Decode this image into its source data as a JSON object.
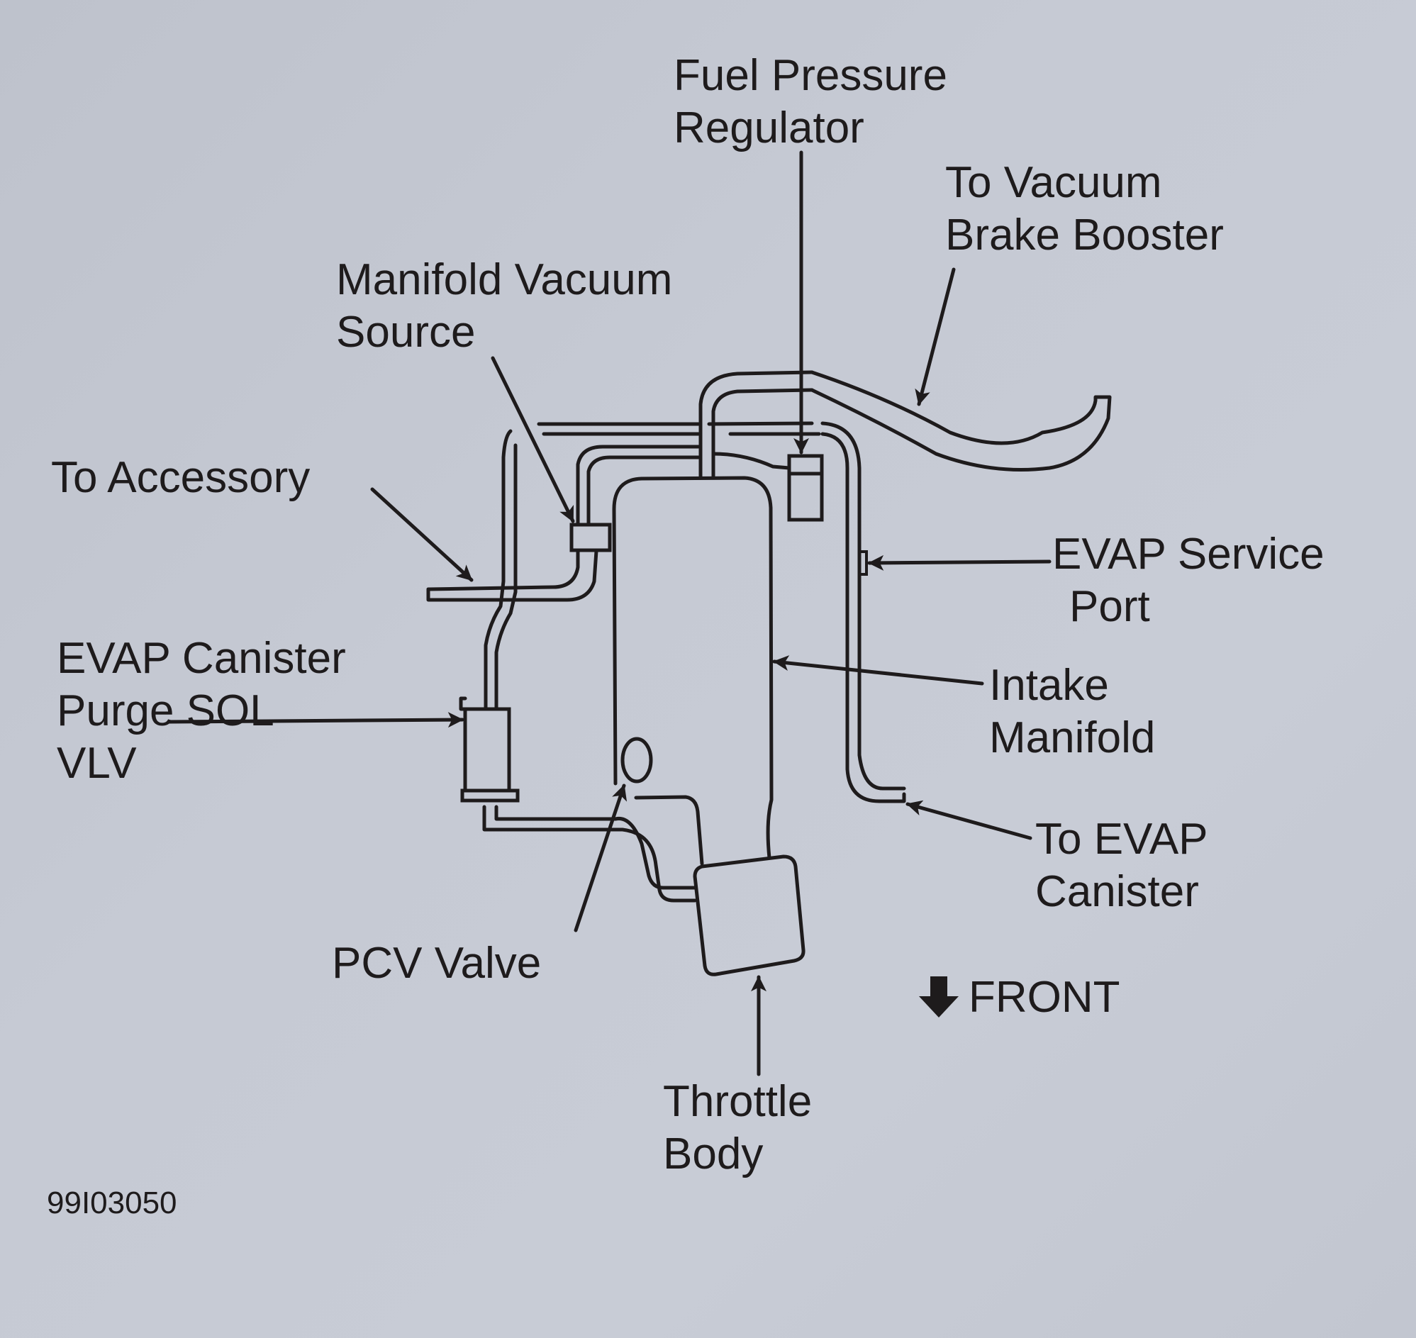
{
  "figure_id": "99I03050",
  "colors": {
    "background": "#c3c7d1",
    "ink": "#1e1b1c"
  },
  "labels": {
    "fuel_pressure_regulator": [
      "Fuel Pressure",
      "Regulator"
    ],
    "to_vacuum_brake_booster": [
      "To Vacuum",
      "Brake Booster"
    ],
    "manifold_vacuum_source": [
      "Manifold Vacuum",
      "Source"
    ],
    "to_accessory": [
      "To Accessory"
    ],
    "evap_service_port": [
      "EVAP Service",
      "Port"
    ],
    "evap_canister_purge_sol_vlv": [
      "EVAP Canister",
      "Purge SOL",
      "VLV"
    ],
    "intake_manifold": [
      "Intake",
      "Manifold"
    ],
    "to_evap_canister": [
      "To EVAP",
      "Canister"
    ],
    "pcv_valve": [
      "PCV Valve"
    ],
    "throttle_body": [
      "Throttle",
      "Body"
    ]
  },
  "orientation": {
    "icon": "arrow-down-icon",
    "label": "FRONT"
  }
}
